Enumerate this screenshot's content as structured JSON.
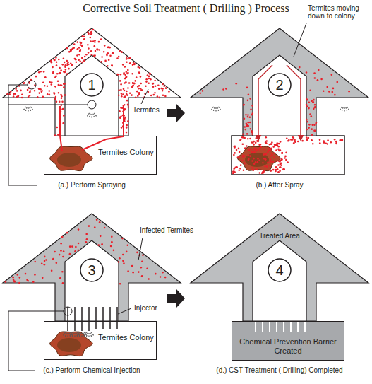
{
  "diagram": {
    "title": "Corrective Soil Treatment ( Drilling ) Process",
    "nodes": [
      {
        "text": [
          "1"
        ]
      },
      {
        "text": [
          "Termites Colony"
        ]
      },
      {
        "text": [
          "2"
        ]
      },
      {
        "text": [
          "3"
        ]
      },
      {
        "text": [
          "Termites Colony"
        ]
      },
      {
        "text": [
          "4"
        ]
      },
      {
        "text": [
          "Chemical Prevention Barrier Created"
        ]
      }
    ],
    "labels": [
      "Termites",
      "(a.) Perform Spraying",
      "Termites moving down to colony",
      "(b.) After Spray",
      "Infected Termites",
      "Injector",
      "(c.) Perform Chemical Injection",
      "Treated Area",
      "(d.) CST Treatment ( Drilling) Completed"
    ]
  }
}
